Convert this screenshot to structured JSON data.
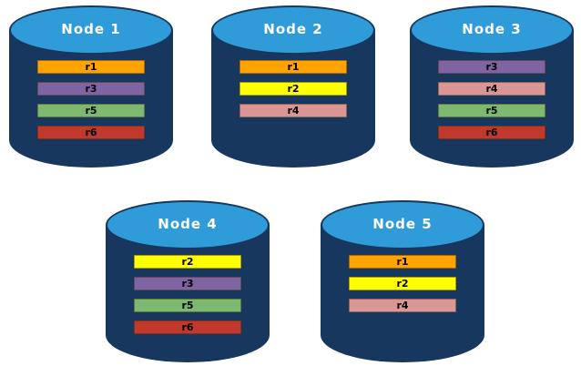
{
  "diagram": {
    "title": "replica-placement-nodes",
    "background_color": "#FFFFFF",
    "cylinder_body_color": "#17375E",
    "cylinder_top_color": "#2F9CD9",
    "replica_colors": {
      "r1": "#FFA300",
      "r2": "#FFFF00",
      "r3": "#8064A2",
      "r4": "#D99694",
      "r5": "#7DB96E",
      "r6": "#C0392B"
    },
    "nodes": [
      {
        "title": "Node 1",
        "replicas": [
          "r1",
          "r3",
          "r5",
          "r6"
        ]
      },
      {
        "title": "Node 2",
        "replicas": [
          "r1",
          "r2",
          "r4"
        ]
      },
      {
        "title": "Node 3",
        "replicas": [
          "r3",
          "r4",
          "r5",
          "r6"
        ]
      },
      {
        "title": "Node 4",
        "replicas": [
          "r2",
          "r3",
          "r5",
          "r6"
        ]
      },
      {
        "title": "Node 5",
        "replicas": [
          "r1",
          "r2",
          "r4"
        ]
      }
    ]
  }
}
